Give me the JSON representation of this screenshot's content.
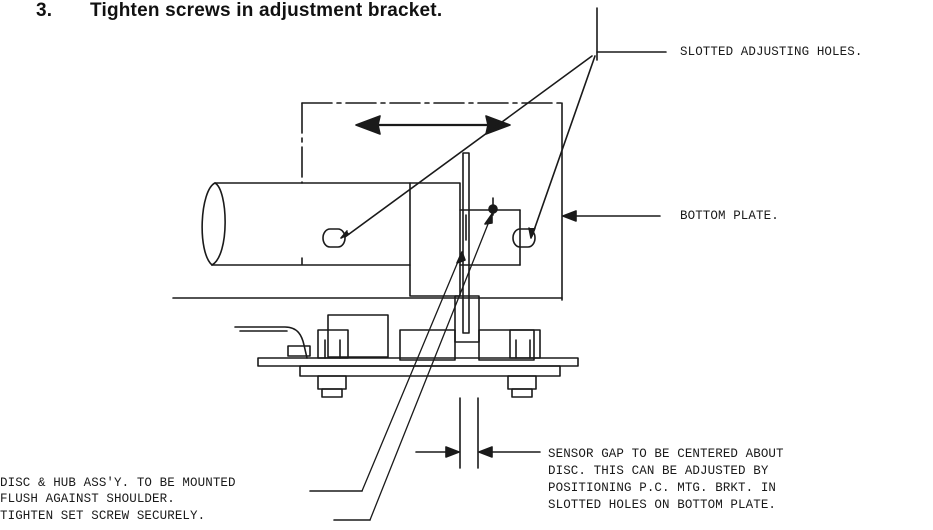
{
  "step": {
    "number": "3.",
    "text": "Tighten screws in adjustment bracket."
  },
  "labels": {
    "slotted_holes": "SLOTTED ADJUSTING HOLES.",
    "bottom_plate": "BOTTOM PLATE.",
    "disc_hub": [
      "DISC & HUB ASS'Y. TO BE MOUNTED",
      "FLUSH AGAINST SHOULDER.",
      "TIGHTEN SET SCREW SECURELY."
    ],
    "sensor_gap": [
      "SENSOR GAP TO BE CENTERED ABOUT",
      "DISC. THIS CAN BE ADJUSTED BY",
      "POSITIONING P.C. MTG. BRKT. IN",
      "SLOTTED HOLES ON BOTTOM PLATE."
    ]
  },
  "colors": {
    "ink": "#1a1a1a"
  }
}
